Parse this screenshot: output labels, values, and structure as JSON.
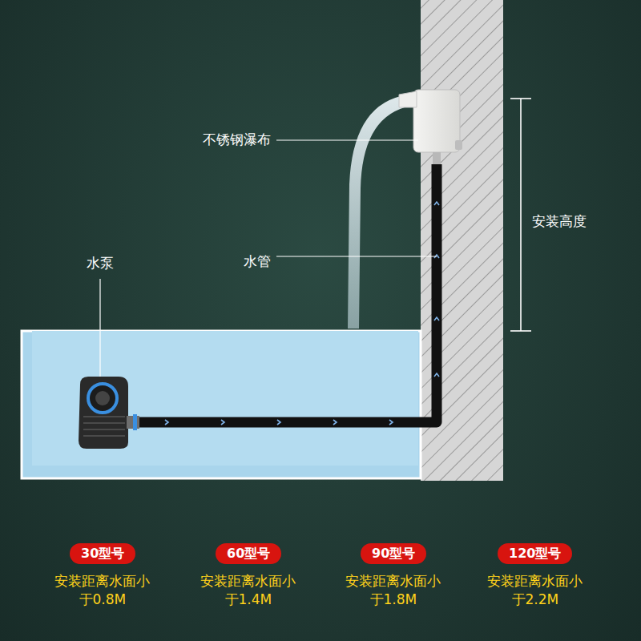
{
  "diagram": {
    "nodes": [
      {
        "text": [
          "30型号"
        ]
      },
      {
        "text": [
          "60型号"
        ]
      },
      {
        "text": [
          "90型号"
        ]
      },
      {
        "text": [
          "120型号"
        ]
      }
    ],
    "labels": [
      "不锈钢瀑布",
      "水泵",
      "水管",
      "安装高度",
      "安装距离水面小于0.8M",
      "安装距离水面小于1.4M",
      "安装距离水面小于1.8M",
      "安装距离水面小于2.2M"
    ]
  }
}
